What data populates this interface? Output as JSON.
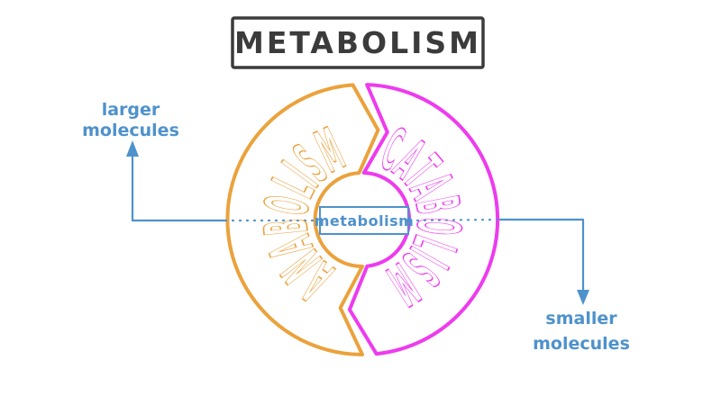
{
  "title": {
    "text": "METABOLISM",
    "ink_color": "#3b3b3b"
  },
  "cycle": {
    "anabolism": {
      "label": "ANABOLISM",
      "color": "#ebа23b_placeholder"
    },
    "catabolism": {
      "label": "CATABOLISM",
      "color": "#ee3bee"
    },
    "center": {
      "label": "metabolism",
      "color": "#4e92cc"
    }
  },
  "annotations": {
    "color": "#4e92cc",
    "larger": {
      "line1": "larger",
      "line2": "molecules",
      "arrow_direction": "up"
    },
    "smaller": {
      "line1": "smaller",
      "line2": "molecules",
      "arrow_direction": "down"
    }
  }
}
